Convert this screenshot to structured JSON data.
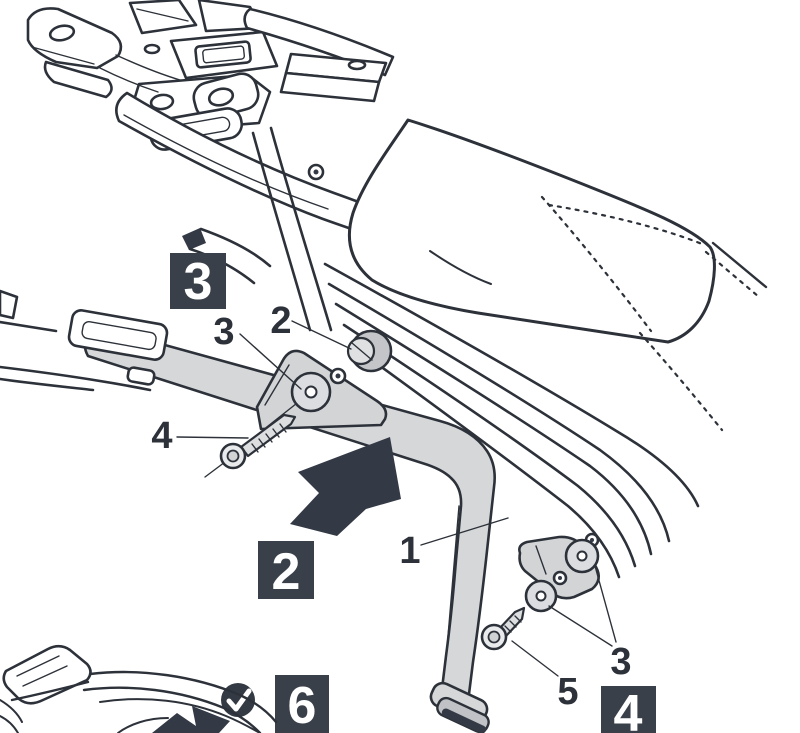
{
  "diagram": {
    "kind": "motorcycle side-case mounting bracket assembly instruction",
    "background_color": "#ffffff",
    "colors": {
      "line": "#2d323a",
      "dark_accent": "#333945",
      "step_badge": "#3a4049",
      "metal_gray": "#d6d7d9",
      "badge_text": "#ffffff"
    },
    "step_badges": [
      {
        "label": "3"
      },
      {
        "label": "2"
      },
      {
        "label": "6"
      },
      {
        "label": "4"
      }
    ],
    "part_callouts": [
      {
        "label": "3"
      },
      {
        "label": "2"
      },
      {
        "label": "4"
      },
      {
        "label": "1"
      },
      {
        "label": "5"
      },
      {
        "label": "3"
      }
    ],
    "icons": {
      "check": "✓"
    }
  }
}
